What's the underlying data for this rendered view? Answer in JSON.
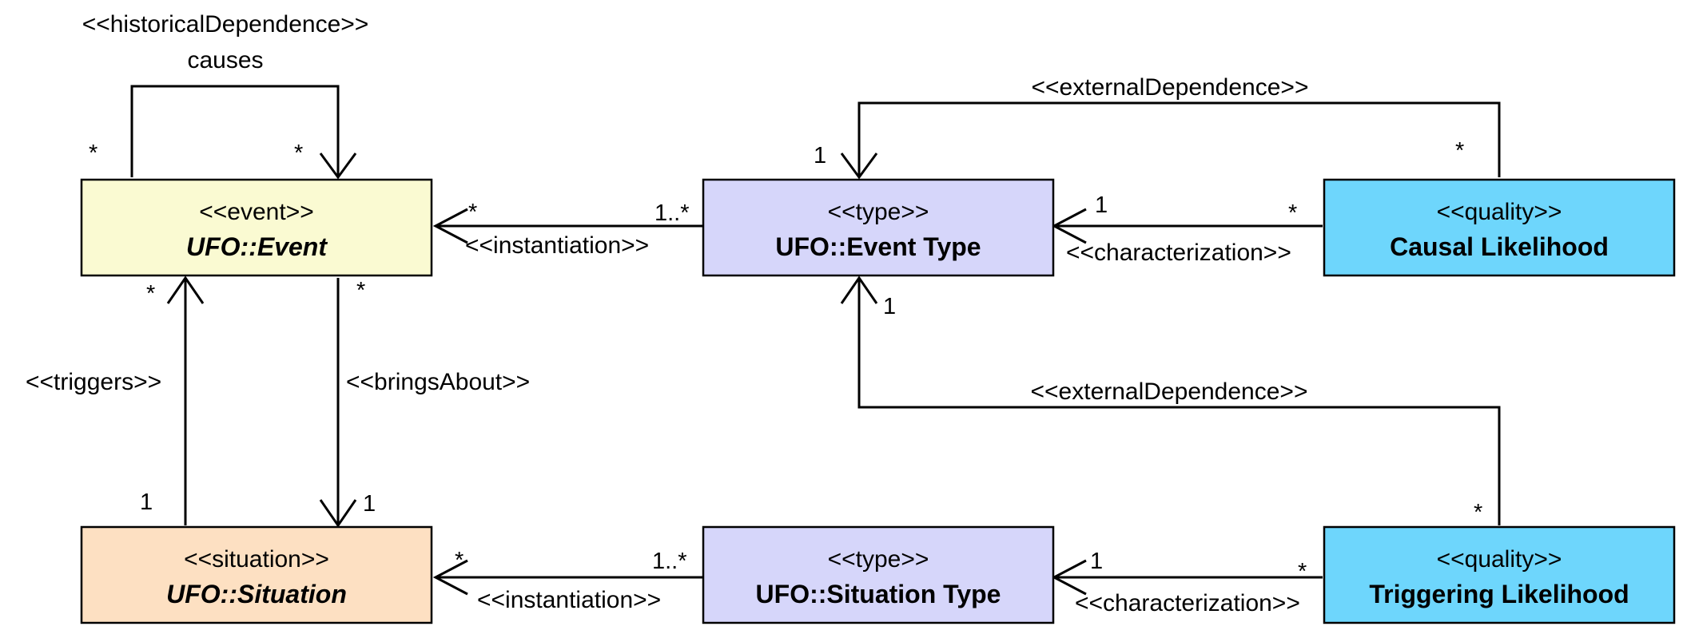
{
  "colors": {
    "event": "#fafad2",
    "situation": "#fde0c2",
    "type": "#d6d6fa",
    "quality": "#6ed6fc",
    "line": "#000000"
  },
  "classes": {
    "event": {
      "stereotype": "<<event>>",
      "name": "UFO::Event"
    },
    "situation": {
      "stereotype": "<<situation>>",
      "name": "UFO::Situation"
    },
    "event_type": {
      "stereotype": "<<type>>",
      "name": "UFO::Event Type"
    },
    "situation_type": {
      "stereotype": "<<type>>",
      "name": "UFO::Situation Type"
    },
    "causal_likelihood": {
      "stereotype": "<<quality>>",
      "name": "Causal Likelihood"
    },
    "triggering_likelihood": {
      "stereotype": "<<quality>>",
      "name": "Triggering Likelihood"
    }
  },
  "relations": {
    "causes": {
      "stereotype": "<<historicalDependence>>",
      "name": "causes",
      "source_mult": "*",
      "target_mult": "*"
    },
    "event_instantiation": {
      "label": "<<instantiation>>",
      "source_mult": "1..*",
      "target_mult": "*"
    },
    "situation_instantiation": {
      "label": "<<instantiation>>",
      "source_mult": "1..*",
      "target_mult": "*"
    },
    "event_characterization": {
      "label": "<<characterization>>",
      "source_mult": "*",
      "target_mult": "1"
    },
    "situation_characterization": {
      "label": "<<characterization>>",
      "source_mult": "*",
      "target_mult": "1"
    },
    "causal_external": {
      "label": "<<externalDependence>>",
      "source_mult": "*",
      "target_mult": "1"
    },
    "triggering_external": {
      "label": "<<externalDependence>>",
      "source_mult": "*",
      "target_mult": "1"
    },
    "triggers": {
      "label": "<<triggers>>",
      "source_mult": "1",
      "target_mult": "*"
    },
    "brings_about": {
      "label": "<<bringsAbout>>",
      "source_mult": "*",
      "target_mult": "1"
    }
  }
}
